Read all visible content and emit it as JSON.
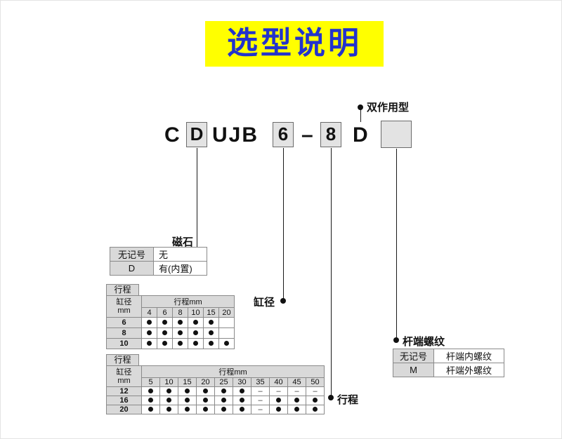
{
  "title": "选型说明",
  "model": {
    "prefix": "C",
    "magnet_code": "D",
    "series": "UJB",
    "bore_code": "6",
    "dash": "–",
    "stroke_code": "8",
    "action_code": "D",
    "thread_code": ""
  },
  "callouts": {
    "double_acting": "双作用型",
    "magnet": "磁石",
    "bore": "缸径",
    "stroke": "行程",
    "rod_end_thread": "杆端螺纹"
  },
  "magnet_table": {
    "rows": [
      {
        "code": "无记号",
        "desc": "无"
      },
      {
        "code": "D",
        "desc": "有(内置)"
      }
    ]
  },
  "stroke_table_small": {
    "tab": "行程",
    "corner_line1": "缸径",
    "corner_line2": "mm",
    "span_header": "行程mm",
    "columns": [
      "4",
      "6",
      "8",
      "10",
      "15",
      "20"
    ],
    "rows": [
      {
        "bore": "6",
        "cells": [
          "dot",
          "dot",
          "dot",
          "dot",
          "dot",
          ""
        ]
      },
      {
        "bore": "8",
        "cells": [
          "dot",
          "dot",
          "dot",
          "dot",
          "dot",
          ""
        ]
      },
      {
        "bore": "10",
        "cells": [
          "dot",
          "dot",
          "dot",
          "dot",
          "dot",
          "dot"
        ]
      }
    ]
  },
  "stroke_table_large": {
    "tab": "行程",
    "corner_line1": "缸径",
    "corner_line2": "mm",
    "span_header": "行程mm",
    "columns": [
      "5",
      "10",
      "15",
      "20",
      "25",
      "30",
      "35",
      "40",
      "45",
      "50"
    ],
    "rows": [
      {
        "bore": "12",
        "cells": [
          "dot",
          "dot",
          "dot",
          "dot",
          "dot",
          "dot",
          "dash",
          "dash",
          "dash",
          "dash"
        ]
      },
      {
        "bore": "16",
        "cells": [
          "dot",
          "dot",
          "dot",
          "dot",
          "dot",
          "dot",
          "dash",
          "dot",
          "dot",
          "dot"
        ]
      },
      {
        "bore": "20",
        "cells": [
          "dot",
          "dot",
          "dot",
          "dot",
          "dot",
          "dot",
          "dash",
          "dot",
          "dot",
          "dot"
        ]
      }
    ]
  },
  "thread_table": {
    "rows": [
      {
        "code": "无记号",
        "desc": "杆端内螺纹"
      },
      {
        "code": "M",
        "desc": "杆端外螺纹"
      }
    ]
  },
  "colors": {
    "title_bg": "#FFFF00",
    "title_text": "#2233CC",
    "box_bg": "#E3E3E3",
    "header_bg": "#D9D9D9",
    "dot": "#111111"
  }
}
